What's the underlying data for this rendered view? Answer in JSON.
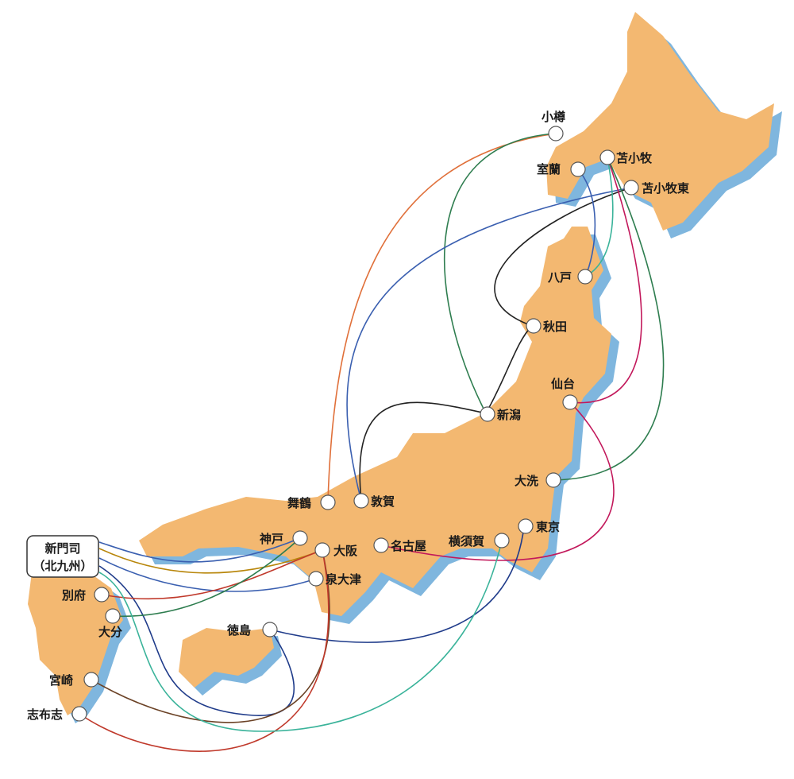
{
  "ports": {
    "otaru": "小樽",
    "muroran": "室蘭",
    "tomakomai": "苫小牧",
    "tomakomai_east": "苫小牧東",
    "hachinohe": "八戸",
    "akita": "秋田",
    "niigata": "新潟",
    "sendai": "仙台",
    "oarai": "大洗",
    "tokyo": "東京",
    "yokosuka": "横須賀",
    "nagoya": "名古屋",
    "osaka": "大阪",
    "kobe": "神戸",
    "izumiotsu": "泉大津",
    "tsuruga": "敦賀",
    "maizuru": "舞鶴",
    "tokushima": "徳島",
    "shinmoji_line1": "新門司",
    "shinmoji_line2": "（北九州）",
    "beppu": "別府",
    "oita": "大分",
    "miyazaki": "宮崎",
    "shibushi": "志布志"
  },
  "colors": {
    "land": "#f3b871",
    "shadow": "#7fb6de",
    "route_orange": "#e0703a",
    "route_green": "#2e7d4f",
    "route_blue": "#3a5fb0",
    "route_navy": "#1f3b8a",
    "route_black": "#222222",
    "route_magenta": "#c2185b",
    "route_teal": "#3ab39a",
    "route_brown": "#6b4226",
    "route_red": "#c0392b",
    "route_gold": "#b8860b"
  }
}
